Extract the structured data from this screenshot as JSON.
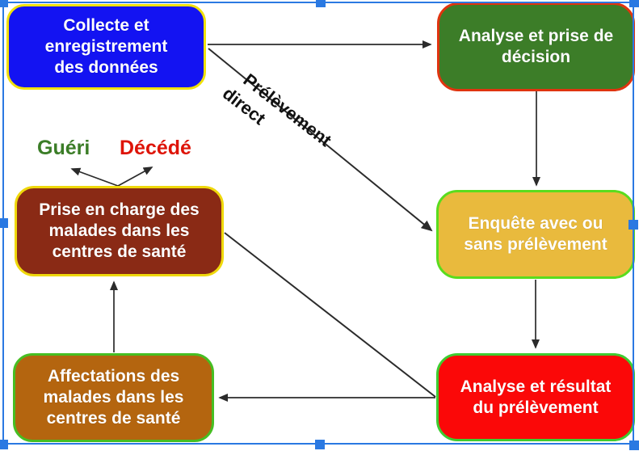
{
  "context": {
    "description": "Flowchart image selected inside a document editor, showing a disease surveillance / patient management process in French"
  },
  "diagram": {
    "connector_color": "#2b2b2b",
    "nodes": [
      {
        "id": "collecte",
        "label": "Collecte et\nenregistrement\ndes données",
        "fill": "#1313f2",
        "border": "#f0e10a",
        "text_color": "#ffffff"
      },
      {
        "id": "analyse_decision",
        "label": "Analyse et prise de\ndécision",
        "fill": "#3c7d28",
        "border": "#e0340f",
        "text_color": "#ffffff"
      },
      {
        "id": "enquete",
        "label": "Enquête avec ou\nsans prélèvement",
        "fill": "#e9ba3d",
        "border": "#5adc1e",
        "text_color": "#ffffff"
      },
      {
        "id": "analyse_resultat",
        "label": "Analyse et résultat\ndu prélèvement",
        "fill": "#fb0808",
        "border": "#3ecc30",
        "text_color": "#ffffff"
      },
      {
        "id": "prise_en_charge",
        "label": "Prise en charge des\nmalades dans les\ncentres de santé",
        "fill": "#8a2a15",
        "border": "#efd80b",
        "text_color": "#ffffff"
      },
      {
        "id": "affectations",
        "label": "Affectations des\nmalades dans les\ncentres de santé",
        "fill": "#b4650f",
        "border": "#46be22",
        "text_color": "#ffffff"
      }
    ],
    "outcome_labels": [
      {
        "id": "gueri",
        "text": "Guéri",
        "color": "#3b7d27"
      },
      {
        "id": "decede",
        "text": "Décédé",
        "color": "#de1408"
      }
    ],
    "edge_label": {
      "line1": "Prélèvement",
      "line2": "direct",
      "color": "#111111"
    },
    "edges": [
      {
        "from": "collecte",
        "to": "analyse_decision",
        "arrow": true
      },
      {
        "from": "collecte",
        "to": "enquete",
        "arrow": true,
        "label": "Prélèvement direct"
      },
      {
        "from": "analyse_decision",
        "to": "enquete",
        "arrow": true
      },
      {
        "from": "enquete",
        "to": "analyse_resultat",
        "arrow": true
      },
      {
        "from": "analyse_resultat",
        "to": "affectations",
        "arrow": true
      },
      {
        "from": "prise_en_charge",
        "to": "analyse_resultat",
        "arrow": false
      },
      {
        "from": "affectations",
        "to": "prise_en_charge",
        "arrow": true
      },
      {
        "from": "prise_en_charge",
        "to": "gueri",
        "arrow": true
      },
      {
        "from": "prise_en_charge",
        "to": "decede",
        "arrow": true
      }
    ]
  },
  "selection": {
    "color": "#2a79e2",
    "handle_count": 8
  }
}
